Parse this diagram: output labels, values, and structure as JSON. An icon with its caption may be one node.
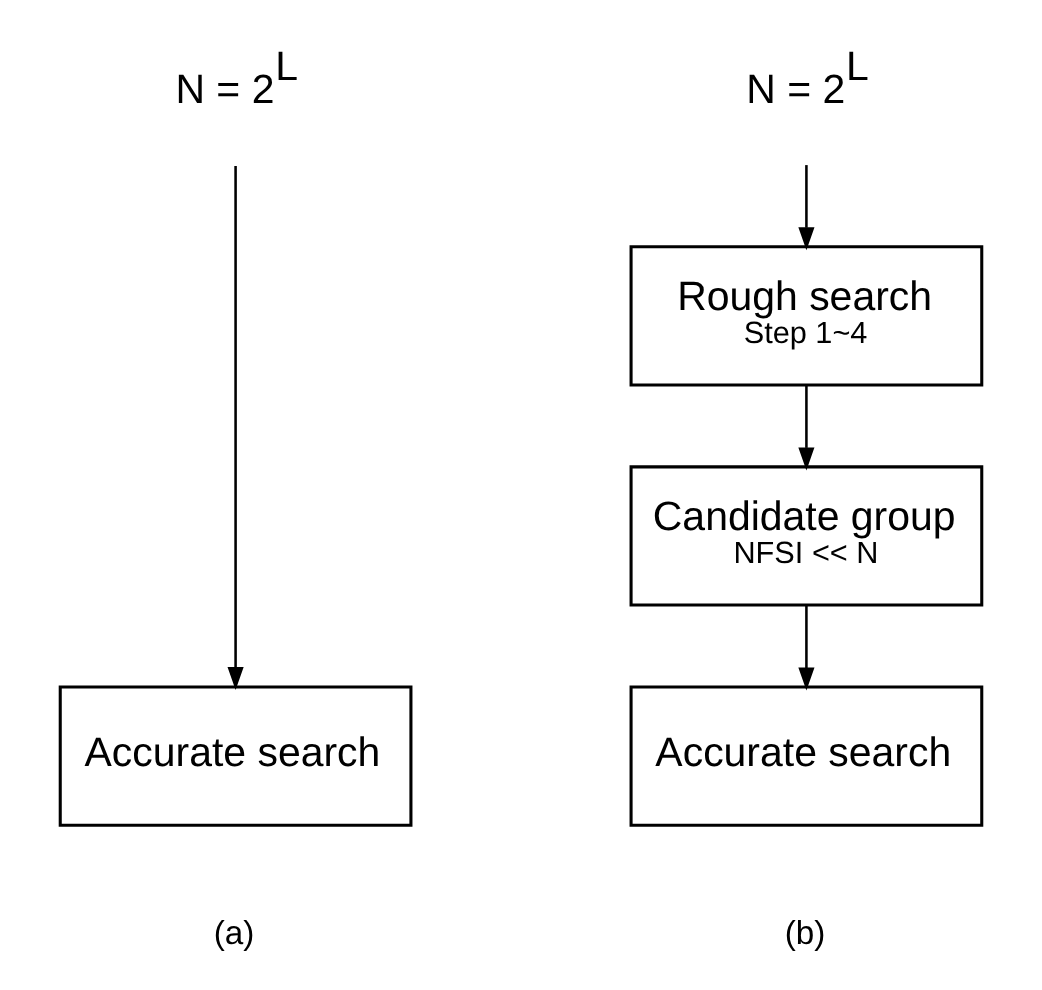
{
  "diagram": {
    "nodes": [
      {
        "text": [
          "N = 2$^{L}$"
        ]
      },
      {
        "text": [
          "Accurate search"
        ]
      },
      {
        "text": [
          "N = 2$^{L}$"
        ]
      },
      {
        "text": [
          "Rough search",
          "Step 1~4"
        ]
      },
      {
        "text": [
          "Candidate group",
          "NFSI << N"
        ]
      },
      {
        "text": [
          "Accurate search"
        ]
      }
    ],
    "edges": [
      {
        "from": 0,
        "to": 1,
        "arrow": "to"
      },
      {
        "from": 2,
        "to": 3,
        "arrow": "to"
      },
      {
        "from": 3,
        "to": 4,
        "arrow": "to"
      },
      {
        "from": 4,
        "to": 5,
        "arrow": "to"
      }
    ],
    "labels": [
      "(a)",
      "(b)"
    ]
  }
}
